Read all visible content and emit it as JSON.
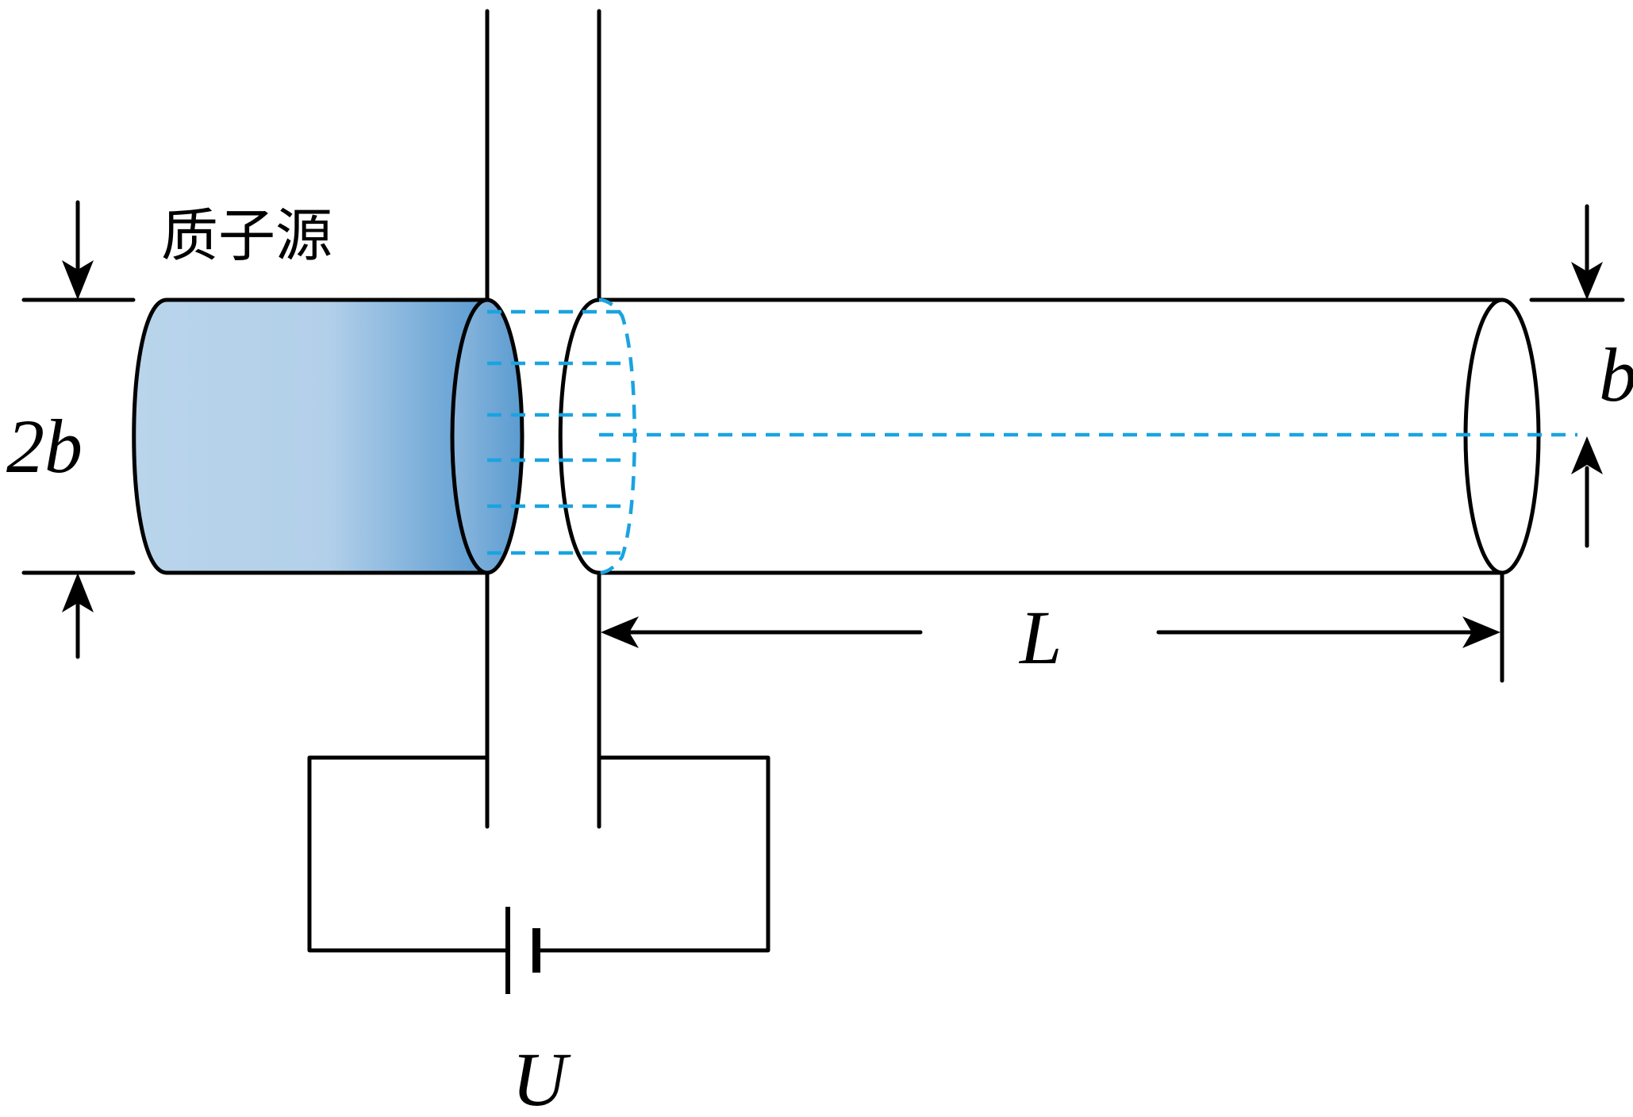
{
  "labels": {
    "source": "质子源",
    "source_width": "2b",
    "tube_length": "L",
    "tube_radius": "b",
    "voltage": "U"
  },
  "colors": {
    "source_fill_light": "#b9d4eb",
    "source_fill_dark": "#5b9bd0",
    "beam": "#1aa3e0",
    "stroke": "#000000"
  }
}
